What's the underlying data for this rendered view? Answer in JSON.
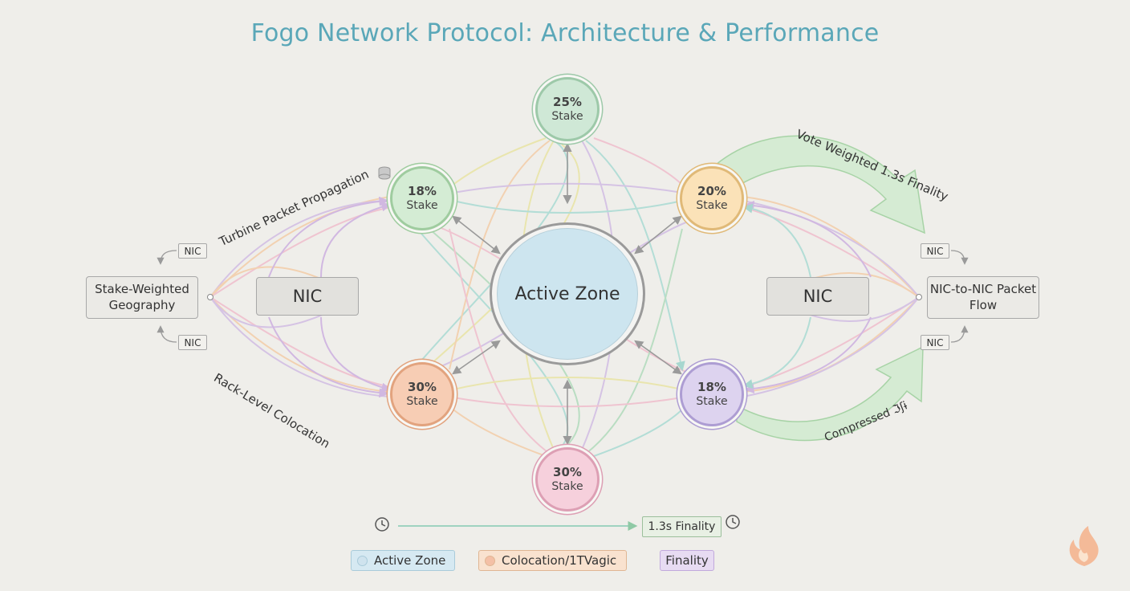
{
  "title": "Fogo Network Protocol: Architecture & Performance",
  "center": {
    "label": "Active Zone"
  },
  "nodes": {
    "top": {
      "pct": "25%",
      "label": "Stake",
      "color": "#cfe8d6",
      "border": "#9dc9a9"
    },
    "upper_left": {
      "pct": "18%",
      "label": "Stake",
      "color": "#d4ecd4",
      "border": "#9fcc9f"
    },
    "upper_right": {
      "pct": "20%",
      "label": "Stake",
      "color": "#fbe2b8",
      "border": "#e0b977"
    },
    "lower_left": {
      "pct": "30%",
      "label": "Stake",
      "color": "#f7cdb4",
      "border": "#e2a37e"
    },
    "lower_right": {
      "pct": "18%",
      "label": "Stake",
      "color": "#ddd3ef",
      "border": "#ad9dd3"
    },
    "bottom": {
      "pct": "30%",
      "label": "Stake",
      "color": "#f6d0dc",
      "border": "#dd9fb4"
    }
  },
  "left": {
    "nic_label": "NIC",
    "nic_top": "NIC",
    "nic_bottom": "NIC",
    "geography": "Stake-Weighted Geography"
  },
  "right": {
    "nic_label": "NIC",
    "nic_top": "NIC",
    "nic_bottom": "NIC",
    "flow": "NIC-to-NIC Packet Flow"
  },
  "labels": {
    "turbine": "Turbine Packet Propagation",
    "rack": "Rack-Level Colocation",
    "vote": "Vote Weighted 1.3s Finality",
    "compressed": "Compressed",
    "compressed_suffix": "ℑʃɨ"
  },
  "timeline": {
    "finality": "1.3s Finality"
  },
  "legend": [
    {
      "label": "Active Zone",
      "bg": "#d6e9f2",
      "border": "#a9cbda",
      "dot": "#cfe3ee"
    },
    {
      "label": "Colocation/1TVagic",
      "bg": "#f9e2cf",
      "border": "#e0b693",
      "dot": "#f4c0a6"
    },
    {
      "label": "Finality",
      "bg": "#e7dbf2",
      "border": "#c1a9dc",
      "dot": ""
    }
  ],
  "colors": {
    "green": "#a8d8b5",
    "orange": "#f3c89e",
    "purple": "#cdb5e2",
    "pink": "#f0b6c8",
    "yellow": "#e8e29a",
    "teal": "#9fd8d0",
    "arrow": "#9a9a9a"
  }
}
